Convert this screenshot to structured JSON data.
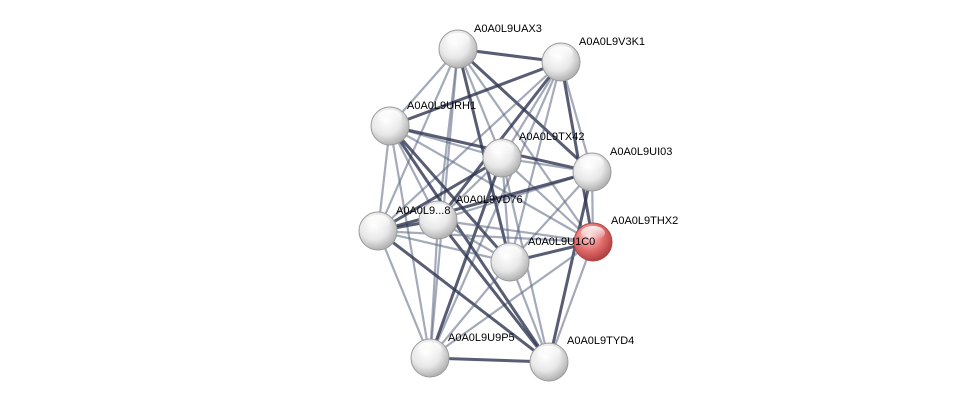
{
  "nodes": [
    {
      "id": "A0A0L9UAX3",
      "label": "A0A0L9UAX3",
      "color": "white"
    },
    {
      "id": "A0A0L9V3K1",
      "label": "A0A0L9V3K1",
      "color": "white"
    },
    {
      "id": "A0A0L9URH1",
      "label": "A0A0L9URH1",
      "color": "white"
    },
    {
      "id": "A0A0L9TX42",
      "label": "A0A0L9TX42",
      "color": "white"
    },
    {
      "id": "A0A0L9UI03",
      "label": "A0A0L9UI03",
      "color": "white"
    },
    {
      "id": "A0A0L9THX2",
      "label": "A0A0L9THX2",
      "color": "red"
    },
    {
      "id": "A0A0L9VD76",
      "label": "A0A0L9VD76",
      "color": "white"
    },
    {
      "id": "A0A0_8",
      "label": "A0A0L9...8",
      "color": "white"
    },
    {
      "id": "A0A0L9U1C0",
      "label": "A0A0L9U1C0",
      "color": "white"
    },
    {
      "id": "A0A0L9U9P5",
      "label": "A0A0L9U9P5",
      "color": "white"
    },
    {
      "id": "A0A0L9TYD4",
      "label": "A0A0L9TYD4",
      "color": "white"
    }
  ],
  "edges": [
    [
      "A0A0L9UAX3",
      "A0A0L9V3K1"
    ],
    [
      "A0A0L9UAX3",
      "A0A0L9URH1"
    ],
    [
      "A0A0L9UAX3",
      "A0A0L9TX42"
    ],
    [
      "A0A0L9UAX3",
      "A0A0L9UI03"
    ],
    [
      "A0A0L9UAX3",
      "A0A0L9VD76"
    ],
    [
      "A0A0L9UAX3",
      "A0A0_8"
    ],
    [
      "A0A0L9UAX3",
      "A0A0L9U1C0"
    ],
    [
      "A0A0L9UAX3",
      "A0A0L9THX2"
    ],
    [
      "A0A0L9UAX3",
      "A0A0L9U9P5"
    ],
    [
      "A0A0L9V3K1",
      "A0A0L9URH1"
    ],
    [
      "A0A0L9V3K1",
      "A0A0L9TX42"
    ],
    [
      "A0A0L9V3K1",
      "A0A0L9UI03"
    ],
    [
      "A0A0L9V3K1",
      "A0A0L9VD76"
    ],
    [
      "A0A0L9V3K1",
      "A0A0_8"
    ],
    [
      "A0A0L9V3K1",
      "A0A0L9U1C0"
    ],
    [
      "A0A0L9V3K1",
      "A0A0L9THX2"
    ],
    [
      "A0A0L9V3K1",
      "A0A0L9U9P5"
    ],
    [
      "A0A0L9URH1",
      "A0A0L9TX42"
    ],
    [
      "A0A0L9URH1",
      "A0A0L9UI03"
    ],
    [
      "A0A0L9URH1",
      "A0A0L9VD76"
    ],
    [
      "A0A0L9URH1",
      "A0A0_8"
    ],
    [
      "A0A0L9URH1",
      "A0A0L9U1C0"
    ],
    [
      "A0A0L9URH1",
      "A0A0L9THX2"
    ],
    [
      "A0A0L9URH1",
      "A0A0L9U9P5"
    ],
    [
      "A0A0L9URH1",
      "A0A0L9TYD4"
    ],
    [
      "A0A0L9TX42",
      "A0A0L9UI03"
    ],
    [
      "A0A0L9TX42",
      "A0A0L9VD76"
    ],
    [
      "A0A0L9TX42",
      "A0A0_8"
    ],
    [
      "A0A0L9TX42",
      "A0A0L9U1C0"
    ],
    [
      "A0A0L9TX42",
      "A0A0L9THX2"
    ],
    [
      "A0A0L9TX42",
      "A0A0L9U9P5"
    ],
    [
      "A0A0L9TX42",
      "A0A0L9TYD4"
    ],
    [
      "A0A0L9UI03",
      "A0A0L9VD76"
    ],
    [
      "A0A0L9UI03",
      "A0A0_8"
    ],
    [
      "A0A0L9UI03",
      "A0A0L9U1C0"
    ],
    [
      "A0A0L9UI03",
      "A0A0L9THX2"
    ],
    [
      "A0A0L9UI03",
      "A0A0L9TYD4"
    ],
    [
      "A0A0L9THX2",
      "A0A0L9VD76"
    ],
    [
      "A0A0L9THX2",
      "A0A0_8"
    ],
    [
      "A0A0L9THX2",
      "A0A0L9U1C0"
    ],
    [
      "A0A0L9THX2",
      "A0A0L9U9P5"
    ],
    [
      "A0A0L9THX2",
      "A0A0L9TYD4"
    ],
    [
      "A0A0L9VD76",
      "A0A0_8"
    ],
    [
      "A0A0L9VD76",
      "A0A0L9U1C0"
    ],
    [
      "A0A0L9VD76",
      "A0A0L9U9P5"
    ],
    [
      "A0A0L9VD76",
      "A0A0L9TYD4"
    ],
    [
      "A0A0_8",
      "A0A0L9U1C0"
    ],
    [
      "A0A0_8",
      "A0A0L9U9P5"
    ],
    [
      "A0A0_8",
      "A0A0L9TYD4"
    ],
    [
      "A0A0L9U1C0",
      "A0A0L9U9P5"
    ],
    [
      "A0A0L9U1C0",
      "A0A0L9TYD4"
    ],
    [
      "A0A0L9U9P5",
      "A0A0L9TYD4"
    ]
  ],
  "colors": {
    "edge": "#5a6480",
    "edge_dark": "#2e3550",
    "node_white": "#f2f2f2",
    "node_red": "#e06060"
  }
}
